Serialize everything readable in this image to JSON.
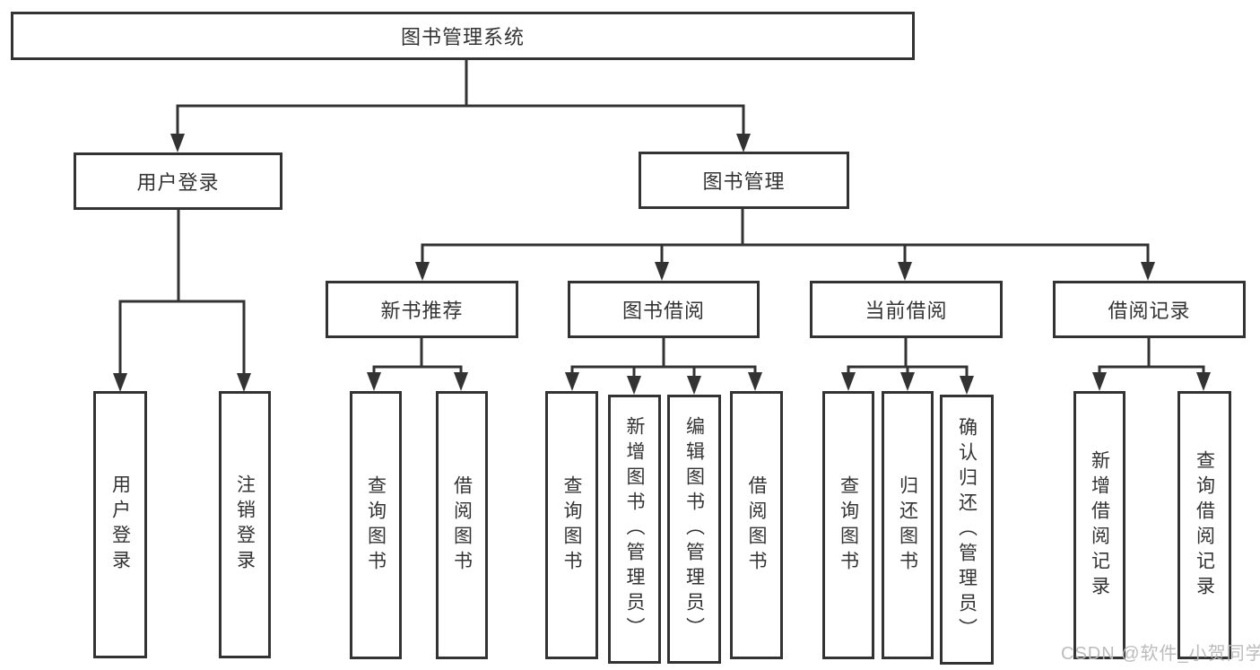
{
  "diagram": {
    "title": "图书管理系统",
    "branches": [
      {
        "label": "用户登录",
        "children": [
          {
            "label": "用户登录"
          },
          {
            "label": "注销登录"
          }
        ]
      },
      {
        "label": "图书管理",
        "children": [
          {
            "label": "新书推荐",
            "children": [
              {
                "label": "查询图书"
              },
              {
                "label": "借阅图书"
              }
            ]
          },
          {
            "label": "图书借阅",
            "children": [
              {
                "label": "查询图书"
              },
              {
                "label": "新增图书（管理员）"
              },
              {
                "label": "编辑图书（管理员）"
              },
              {
                "label": "借阅图书"
              }
            ]
          },
          {
            "label": "当前借阅",
            "children": [
              {
                "label": "查询图书"
              },
              {
                "label": "归还图书"
              },
              {
                "label": "确认归还（管理员）"
              }
            ]
          },
          {
            "label": "借阅记录",
            "children": [
              {
                "label": "新增借阅记录"
              },
              {
                "label": "查询借阅记录"
              }
            ]
          }
        ]
      }
    ]
  },
  "watermark": {
    "text": "CSDN @软件_小贺同学"
  },
  "colors": {
    "line": "#333333",
    "text": "#333333",
    "background": "#ffffff",
    "watermark": "#b8b8b8"
  }
}
